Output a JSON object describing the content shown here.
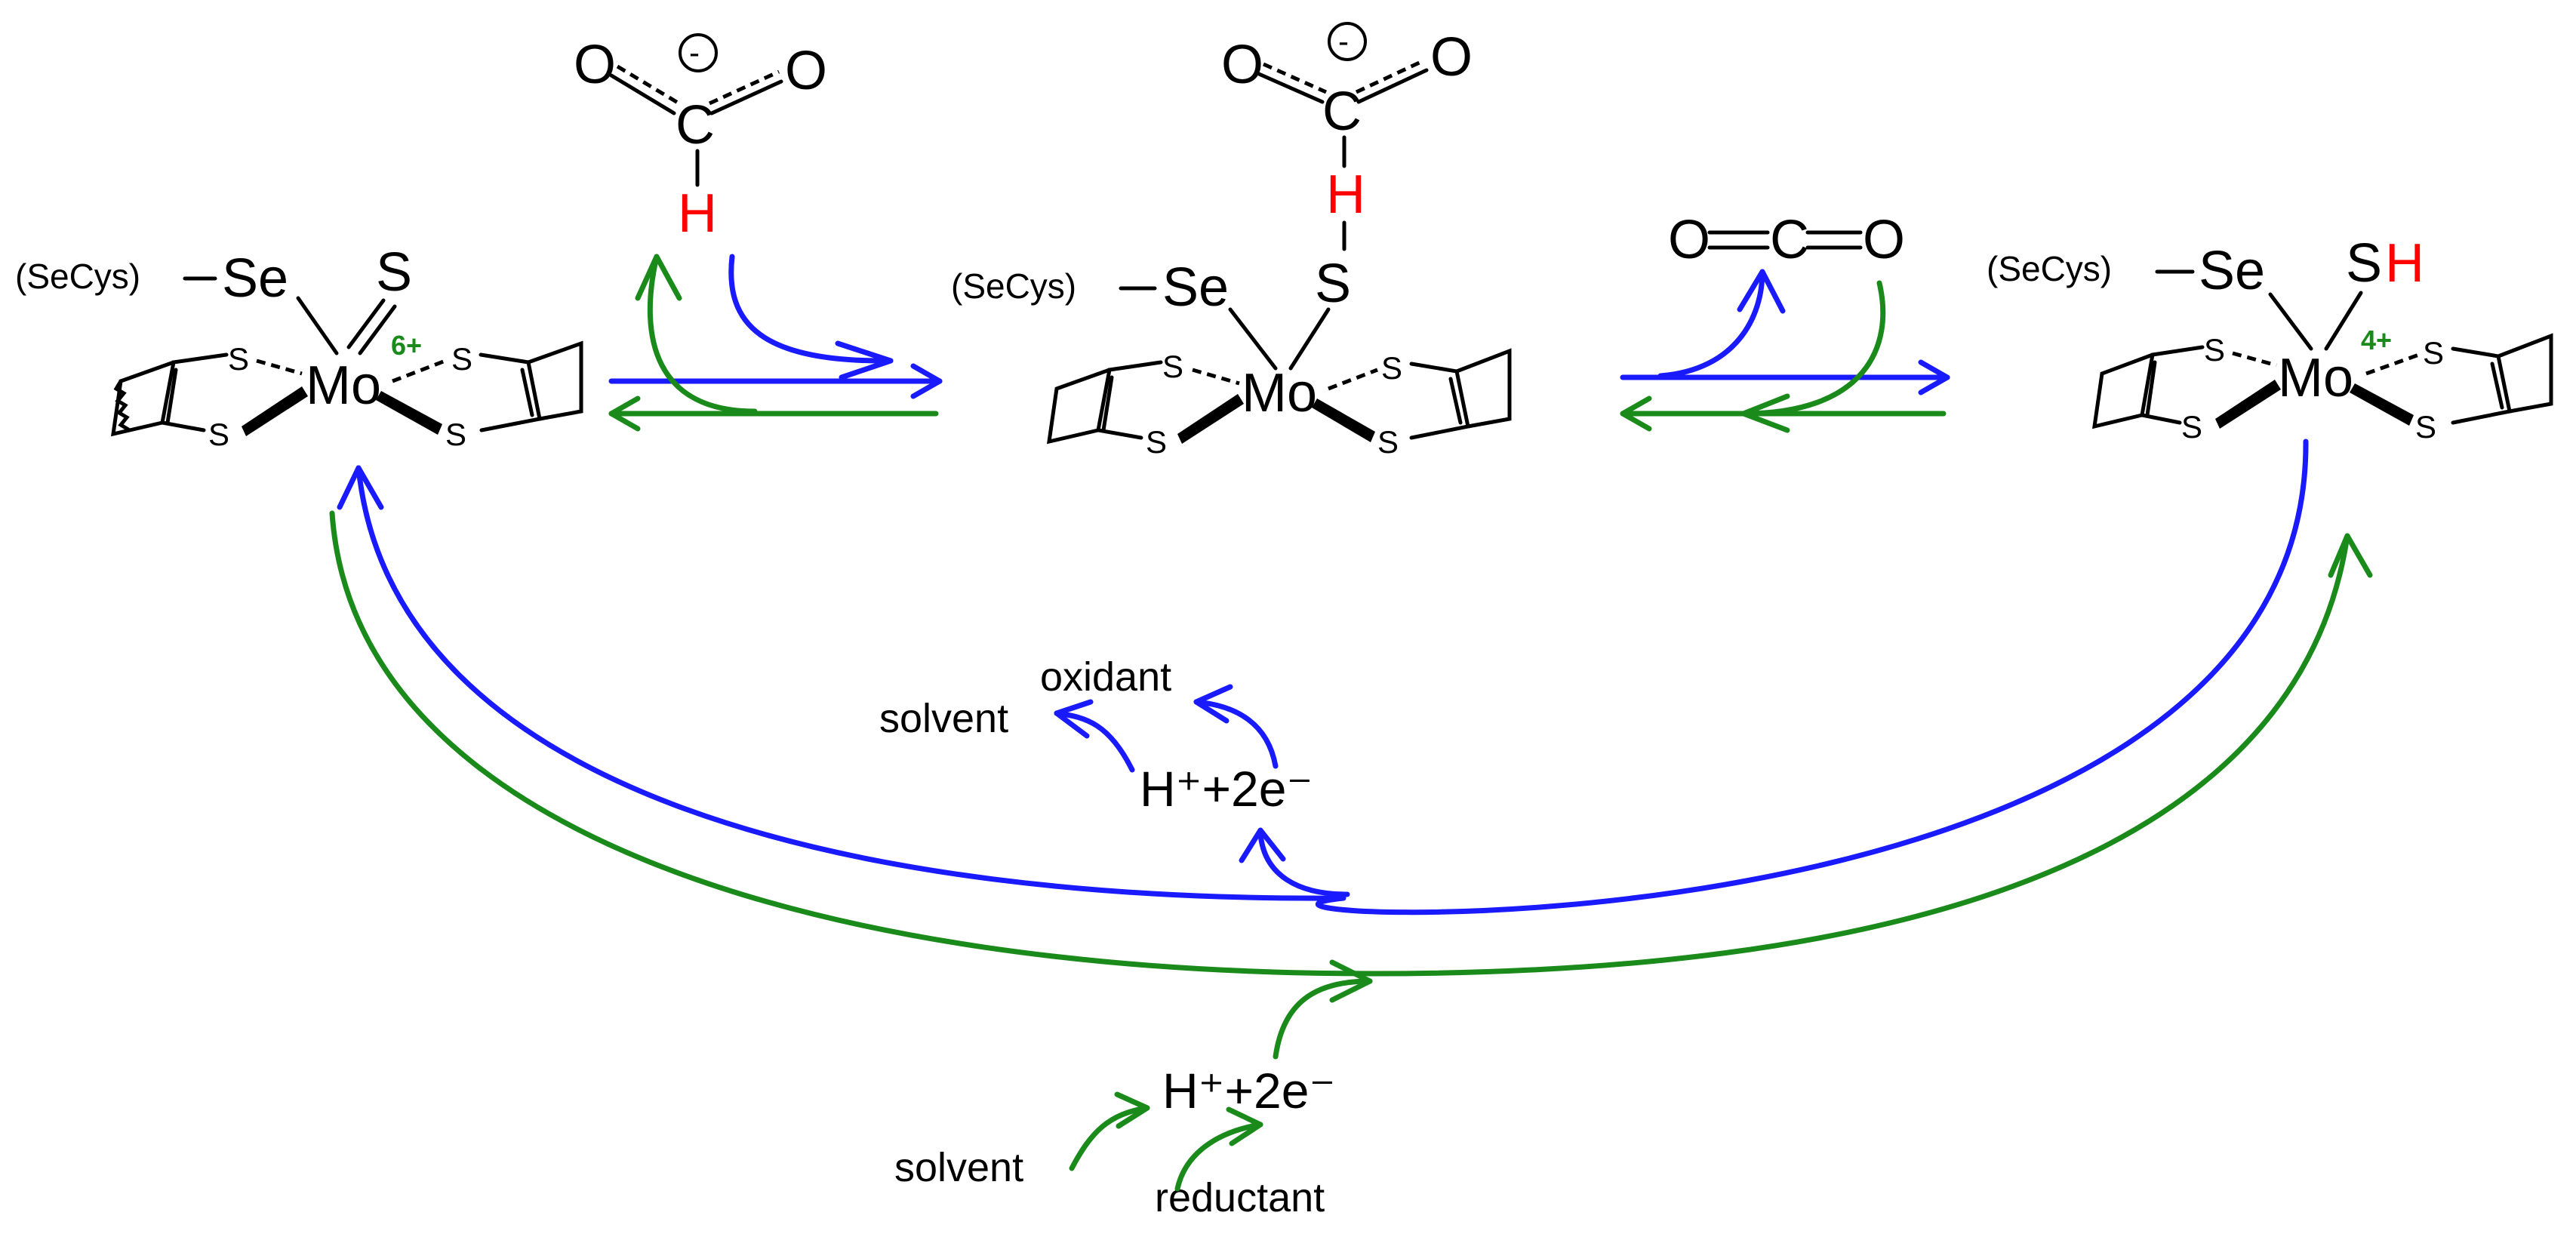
{
  "complex_left": {
    "secys": "(SeCys)",
    "se": "Se",
    "s_top": "S",
    "mo": "Mo",
    "oxidation": "6+",
    "s_a": "S",
    "s_b": "S",
    "s_c": "S",
    "s_d": "S"
  },
  "formate_left": {
    "o1": "O",
    "o2": "O",
    "c": "C",
    "h": "H",
    "charge": "-"
  },
  "formate_mid": {
    "o1": "O",
    "o2": "O",
    "c": "C",
    "h": "H",
    "charge": "-"
  },
  "complex_mid": {
    "secys": "(SeCys)",
    "se": "Se",
    "s_top": "S",
    "mo": "Mo",
    "s_a": "S",
    "s_b": "S",
    "s_c": "S",
    "s_d": "S"
  },
  "co2": {
    "o1": "O",
    "c": "C",
    "o2": "O"
  },
  "complex_right": {
    "secys": "(SeCys)",
    "se": "Se",
    "s_top": "S",
    "h": "H",
    "mo": "Mo",
    "oxidation": "4+",
    "s_a": "S",
    "s_b": "S",
    "s_c": "S",
    "s_d": "S"
  },
  "upper_cycle": {
    "solvent": "solvent",
    "oxidant": "oxidant",
    "proton_electrons": "H⁺+2e⁻"
  },
  "lower_cycle": {
    "proton_electrons": "H⁺+2e⁻",
    "solvent": "solvent",
    "reductant": "reductant"
  },
  "colors": {
    "oxidation": "#1a1aff",
    "reduction": "#1a8a1a",
    "hydrogen": "#ff0000"
  }
}
